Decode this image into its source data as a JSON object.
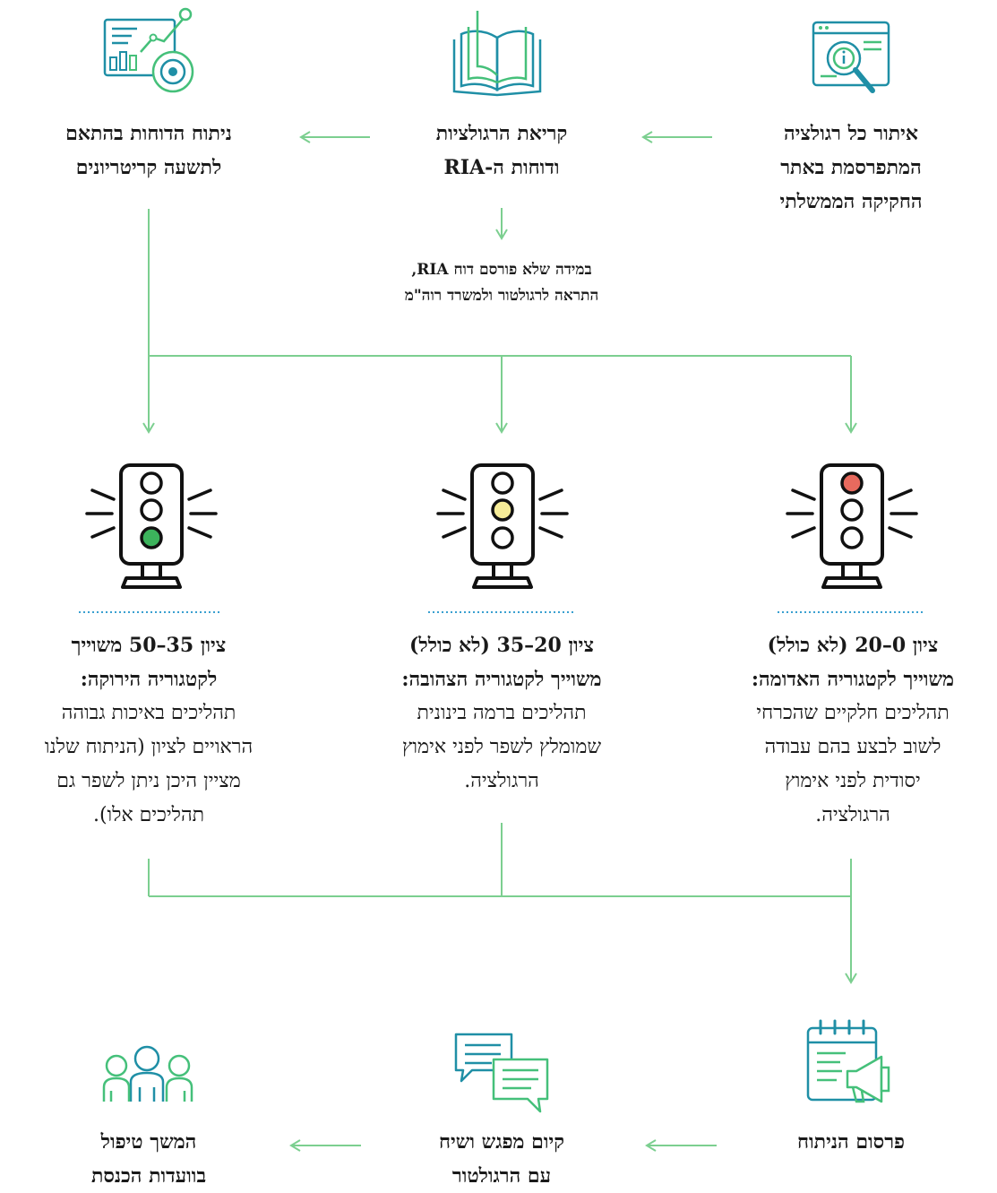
{
  "steps": {
    "identify": [
      "איתור כל רגולציה",
      "המתפרסמת באתר",
      "החקיקה הממשלתי"
    ],
    "read": [
      "קריאת הרגולציות",
      "ודוחות ה-RIA"
    ],
    "analyze": [
      "ניתוח הדוחות בהתאם",
      "לתשעה קריטריונים"
    ],
    "publish": [
      "פרסום הניתוח"
    ],
    "meet": [
      "קיום מפגש ושיח",
      "עם הרגולטור"
    ],
    "continue": [
      "המשך טיפול",
      "בוועדות הכנסת"
    ]
  },
  "note": [
    "במידה שלא פורסם דוח RIA,",
    "התראה לרגולטור ולמשרד רוה\"מ"
  ],
  "categories": {
    "red": {
      "title": [
        "ציון 0–20 (לא כולל)",
        "משוייך לקטגוריה האדומה:"
      ],
      "body": [
        "תהליכים חלקיים שהכרחי",
        "לשוב לבצע בהם עבודה",
        "יסודית לפני אימוץ",
        "הרגולציה."
      ]
    },
    "yellow": {
      "title": [
        "ציון 20–35 (לא כולל)",
        "משוייך לקטגוריה הצהובה:"
      ],
      "body": [
        "תהליכים ברמה בינונית",
        "שמומלץ לשפר לפני אימוץ",
        "הרגולציה."
      ]
    },
    "green": {
      "title": [
        "ציון 35–50 משוייך",
        "לקטגוריה הירוקה:"
      ],
      "body": [
        "תהליכים באיכות גבוהה",
        "הראויים לציון (הניתוח שלנו",
        "מציין היכן ניתן לשפר גם",
        "תהליכים אלו)."
      ]
    }
  },
  "colors": {
    "connector": "#7ccf90",
    "icon_teal": "#1f8fa6",
    "icon_green": "#45c07a",
    "light_red": "#e86a5e",
    "light_yellow": "#f6ec98",
    "light_green": "#3cb35c",
    "divider": "#3aa0d0"
  },
  "icons": {
    "identify": "web-search-icon",
    "read": "open-book-icon",
    "analyze": "analytics-report-icon",
    "publish": "calendar-megaphone-icon",
    "meet": "chat-bubbles-icon",
    "continue": "team-people-icon",
    "light": "traffic-light-icon"
  }
}
